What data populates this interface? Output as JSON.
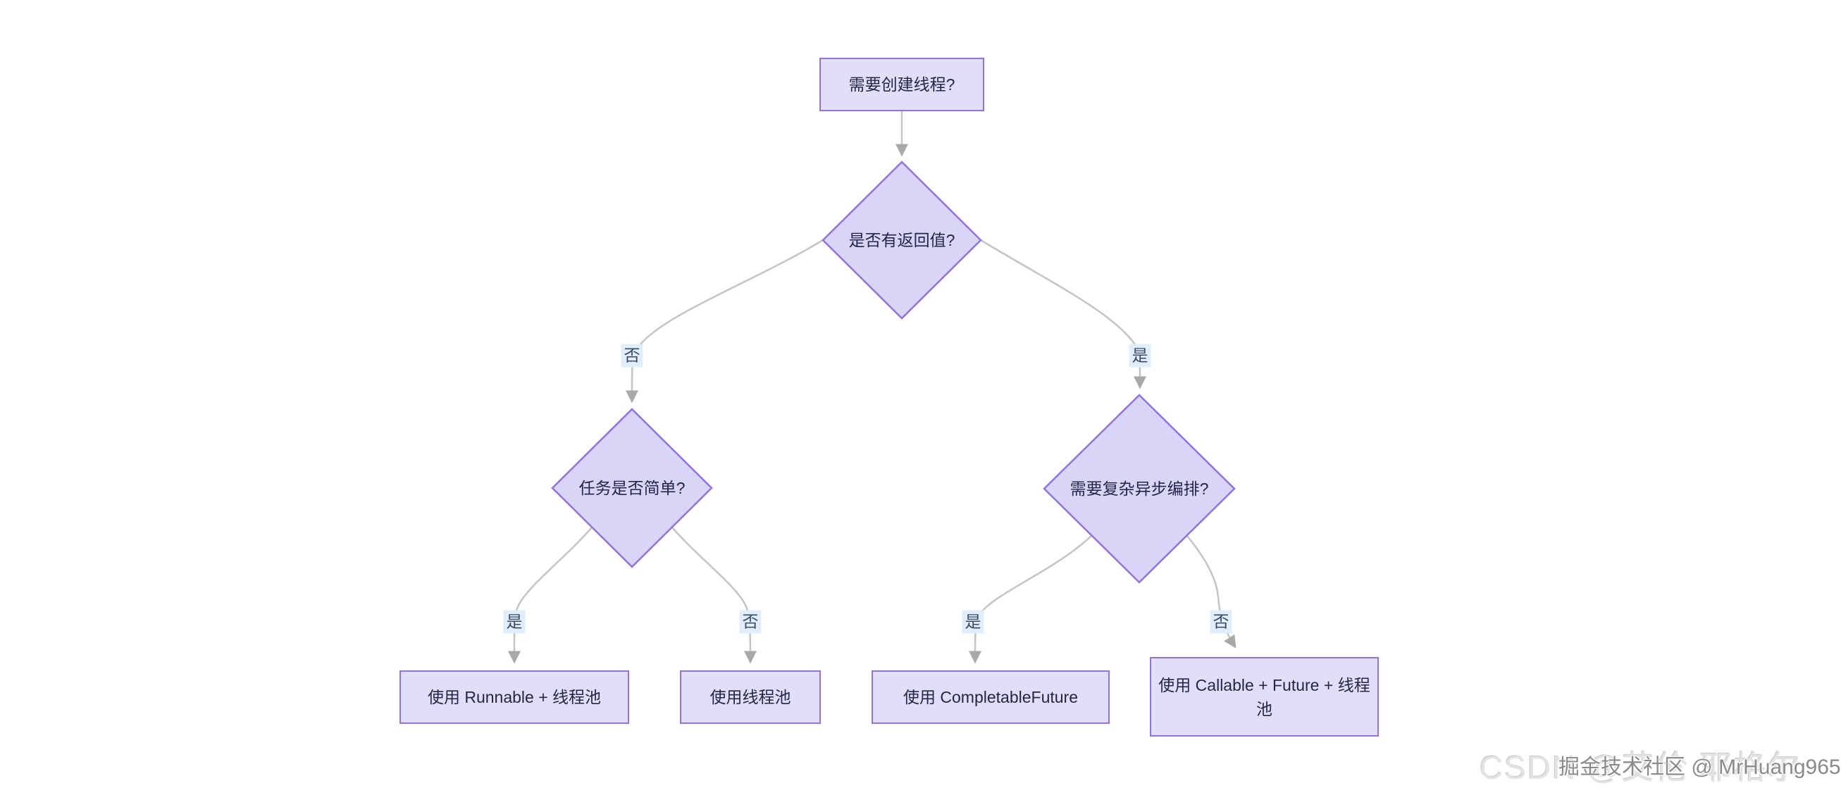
{
  "diagram": {
    "nodes": {
      "start": {
        "label": "需要创建线程?"
      },
      "d1": {
        "label": "是否有返回值?"
      },
      "d2": {
        "label": "任务是否简单?"
      },
      "d3": {
        "label": "需要复杂异步编排?"
      },
      "r1": {
        "label": "使用 Runnable + 线程池"
      },
      "r2": {
        "label": "使用线程池"
      },
      "r3": {
        "label": "使用 CompletableFuture"
      },
      "r4": {
        "label": "使用 Callable + Future + 线程池"
      }
    },
    "edge_labels": {
      "d1_no": "否",
      "d1_yes": "是",
      "d2_yes": "是",
      "d2_no": "否",
      "d3_yes": "是",
      "d3_no": "否"
    }
  },
  "watermarks": {
    "background_text": "CSDN @艾伦 耶格尔",
    "foreground_text": "掘金技术社区 @ MrHuang965"
  },
  "colors": {
    "node_fill": "#e0def9",
    "decision_fill": "#d8d5f7",
    "node_border": "#9173db",
    "node_text": "#252547",
    "edge_line": "#c4c4c4",
    "arrowhead": "#a9a9a9",
    "edge_label_bg": "#e0eefb",
    "edge_label_text": "#3a4a63"
  }
}
